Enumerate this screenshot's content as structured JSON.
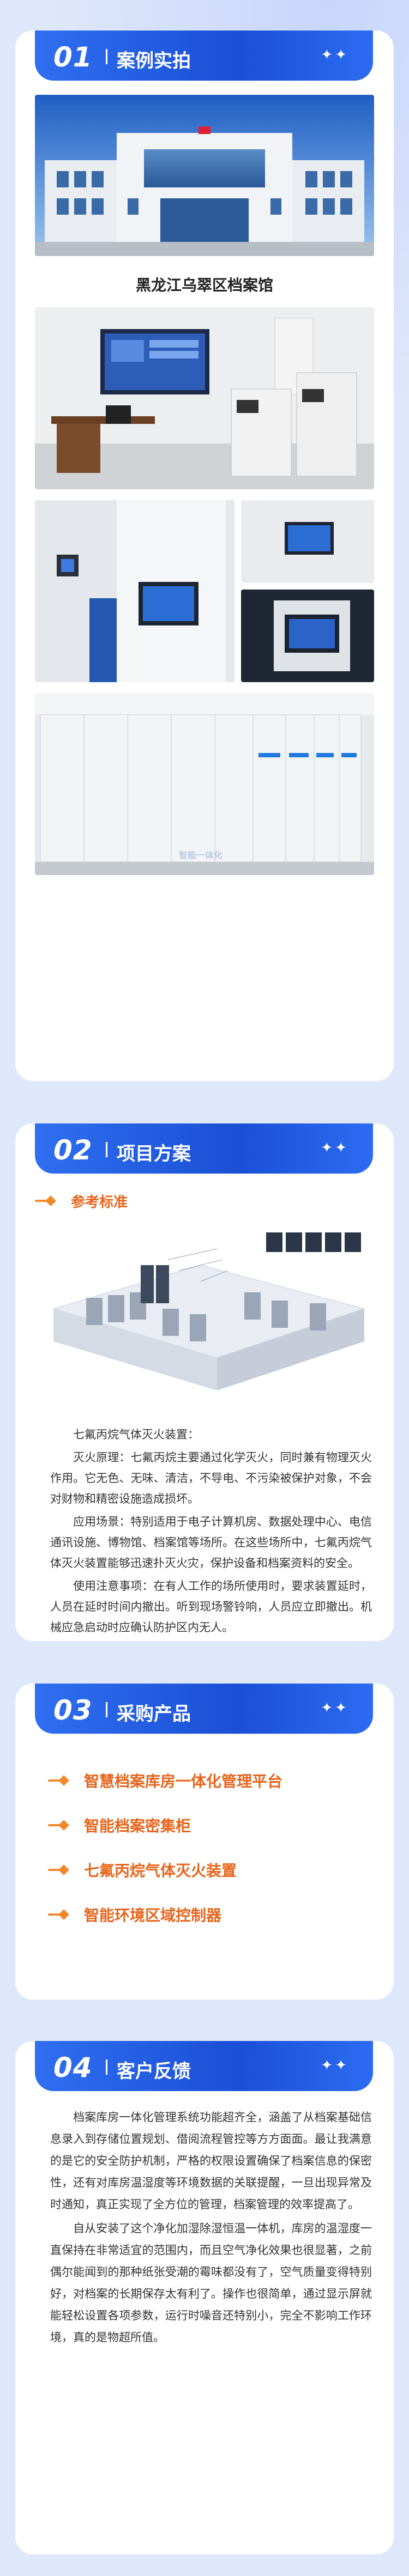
{
  "sections": {
    "s1": {
      "num": "01",
      "title": "案例实拍",
      "spark": "✦✦",
      "caption": "黑龙江乌翠区档案馆"
    },
    "s2": {
      "num": "02",
      "title": "项目方案",
      "spark": "✦✦",
      "ref_label": "参考标准",
      "paragraphs": [
        "七氟丙烷气体灭火装置：",
        "灭火原理：七氟丙烷主要通过化学灭火，同时兼有物理灭火作用。它无色、无味、清洁，不导电、不污染被保护对象，不会对财物和精密设施造成损坏。",
        "应用场景：特别适用于电子计算机房、数据处理中心、电信通讯设施、博物馆、档案馆等场所。在这些场所中，七氟丙烷气体灭火装置能够迅速扑灭火灾，保护设备和档案资料的安全。",
        "使用注意事项：在有人工作的场所使用时，要求装置延时，人员在延时时间内撤出。听到现场警铃响，人员应立即撤出。机械应急启动时应确认防护区内无人。"
      ]
    },
    "s3": {
      "num": "03",
      "title": "采购产品",
      "spark": "✦✦",
      "products": [
        "智慧档案库房一体化管理平台",
        "智能档案密集柜",
        "七氟丙烷气体灭火装置",
        "智能环境区域控制器"
      ]
    },
    "s4": {
      "num": "04",
      "title": "客户反馈",
      "spark": "✦✦",
      "paragraphs": [
        "档案库房一体化管理系统功能超齐全，涵盖了从档案基础信息录入到存储位置规划、借阅流程管控等方方面面。最让我满意的是它的安全防护机制，严格的权限设置确保了档案信息的保密性，还有对库房温湿度等环境数据的关联提醒，一旦出现异常及时通知，真正实现了全方位的管理，档案管理的效率提高了。",
        "自从安装了这个净化加湿除湿恒温一体机，库房的温湿度一直保持在非常适宜的范围内，而且空气净化效果也很显著，之前偶尔能闻到的那种纸张受潮的霉味都没有了，空气质量变得特别好，对档案的长期保存太有利了。操作也很简单，通过显示屏就能轻松设置各项参数，运行时噪音还特别小，完全不影响工作环境，真的是物超所值。"
      ]
    }
  },
  "watermark": "智能一体化",
  "colors": {
    "primary": "#1a4fd6",
    "accent": "#e8641b",
    "bg": "#dfe7fb"
  }
}
